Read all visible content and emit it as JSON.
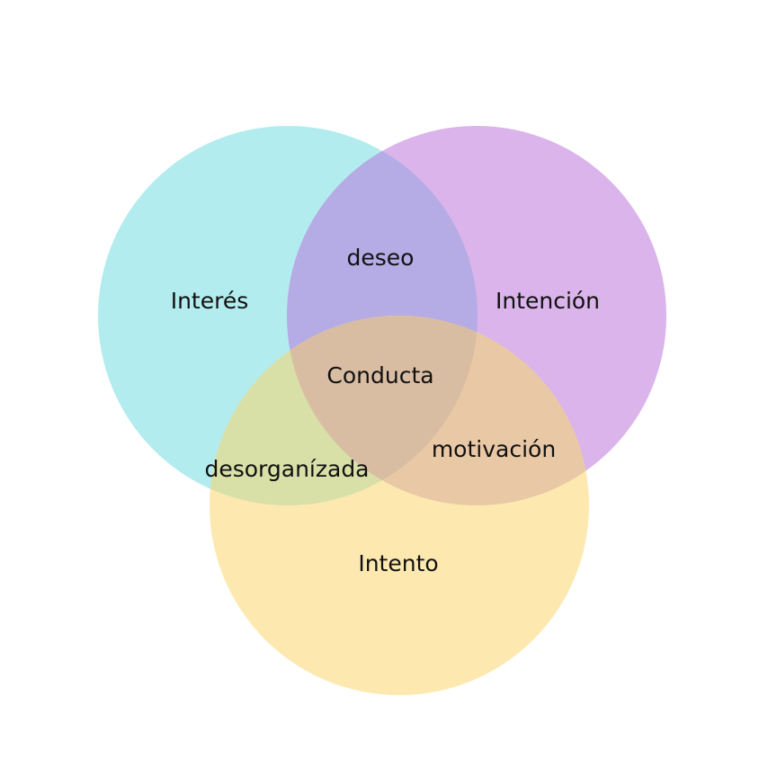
{
  "diagram": {
    "type": "venn",
    "sets": [
      {
        "id": "interes",
        "label": "Interés",
        "color": "#B3ECEE"
      },
      {
        "id": "intencion",
        "label": "Intención",
        "color": "#DAB4EB"
      },
      {
        "id": "intento",
        "label": "Intento",
        "color": "#FDE9B0"
      }
    ],
    "intersections": {
      "interes_intencion": {
        "label": "deseo",
        "color": "#B5ABE5"
      },
      "interes_intento": {
        "label": "desorganízada",
        "color": "#D8E0A8"
      },
      "intencion_intento": {
        "label": "motivación",
        "color": "#E9C8A6"
      },
      "all": {
        "label": "Conducta",
        "color": "#D9BDA3"
      }
    }
  }
}
